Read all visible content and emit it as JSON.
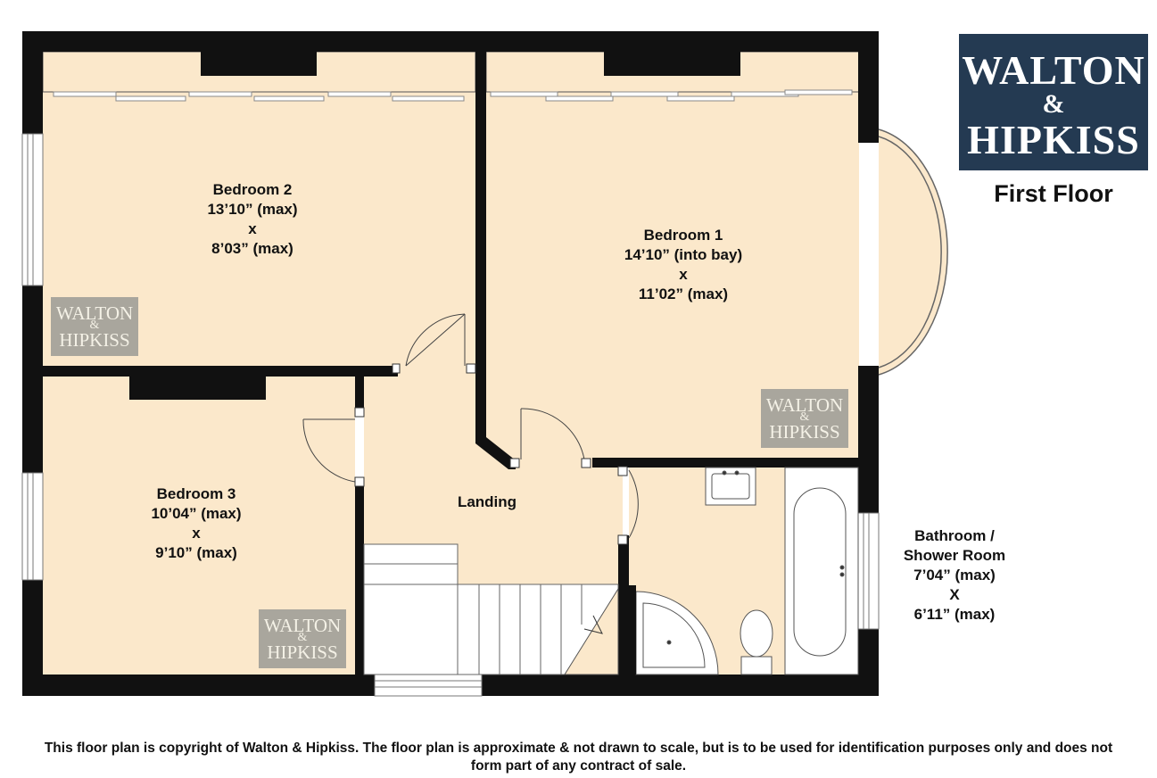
{
  "brand": {
    "line1": "WALTON",
    "line2": "&",
    "line3": "HIPKISS"
  },
  "floor_title": "First Floor",
  "rooms": {
    "bedroom2": [
      "Bedroom 2",
      "13’10” (max)",
      "x",
      "8’03” (max)"
    ],
    "bedroom1": [
      "Bedroom 1",
      "14’10” (into bay)",
      "x",
      "11’02” (max)"
    ],
    "bedroom3": [
      "Bedroom 3",
      "10’04” (max)",
      "x",
      "9’10” (max)"
    ],
    "landing": [
      "Landing"
    ],
    "bathroom": [
      "Bathroom /",
      "Shower Room",
      "7’04” (max)",
      "X",
      "6’11” (max)"
    ]
  },
  "watermark": {
    "line1": "WALTON",
    "line2": "&",
    "line3": "HIPKISS"
  },
  "footer": {
    "line1": "This floor plan is copyright of Walton & Hipkiss. The floor plan is approximate & not drawn to scale, but is to be used for identification purposes only and does not",
    "line2": "form part of any contract of sale."
  },
  "colors": {
    "floor": "#fbe8cb",
    "wall": "#111111",
    "brand_bg": "#243a52",
    "watermark_bg": "#a9a69d"
  }
}
